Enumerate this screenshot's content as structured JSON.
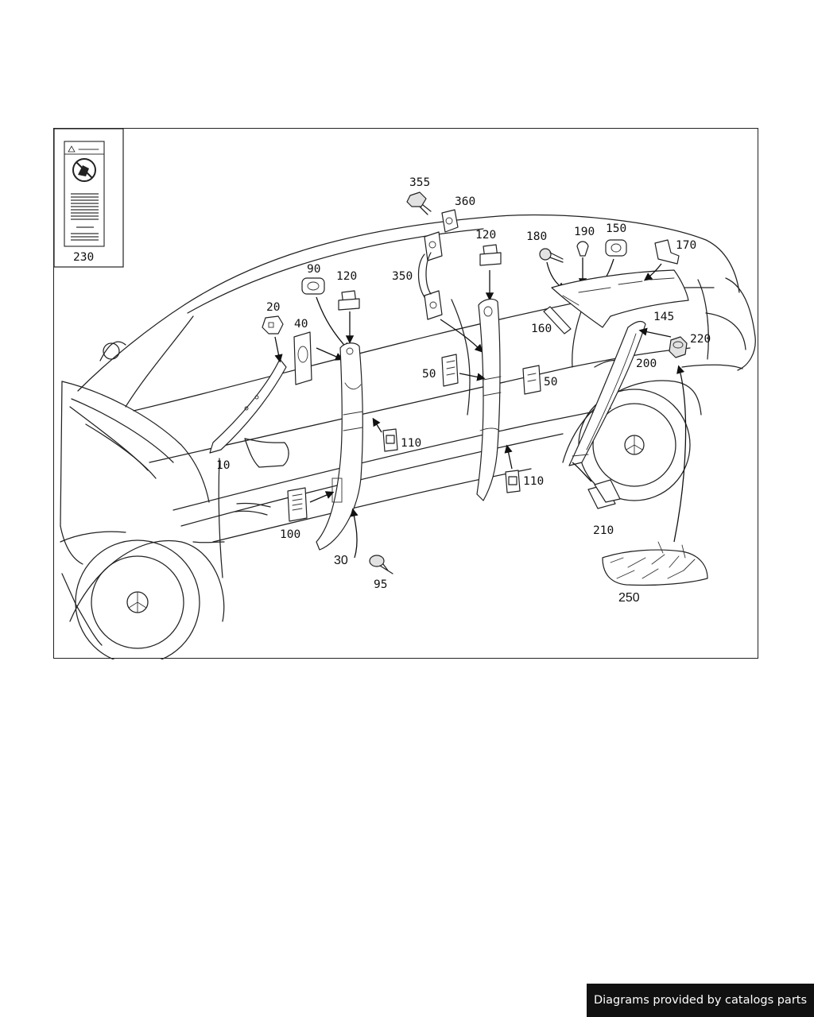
{
  "diagram": {
    "callouts": {
      "c10": "10",
      "c20": "20",
      "c30": "30",
      "c40": "40",
      "c50a": "50",
      "c50b": "50",
      "c90": "90",
      "c95": "95",
      "c100": "100",
      "c110a": "110",
      "c110b": "110",
      "c120a": "120",
      "c120b": "120",
      "c145": "145",
      "c150": "150",
      "c160": "160",
      "c170": "170",
      "c180": "180",
      "c190": "190",
      "c200": "200",
      "c210": "210",
      "c220": "220",
      "c230": "230",
      "c250": "250",
      "c350": "350",
      "c355": "355",
      "c360": "360"
    }
  },
  "footer": {
    "text": "Diagrams provided by catalogs parts"
  }
}
